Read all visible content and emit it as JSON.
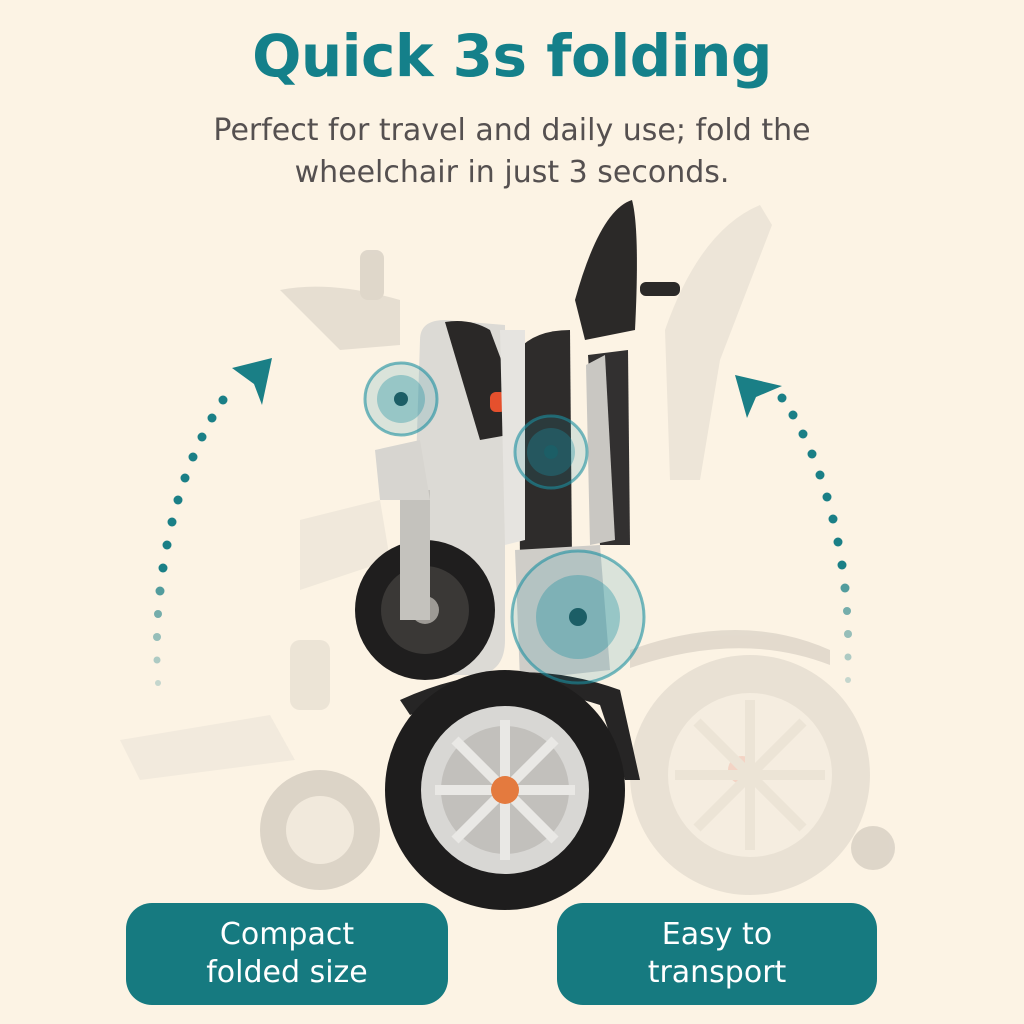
{
  "header": {
    "title": "Quick 3s folding",
    "subtitle_line1": "Perfect for travel and daily use; fold the",
    "subtitle_line2": "wheelchair in just 3 seconds."
  },
  "badges": [
    {
      "line1": "Compact",
      "line2": "folded size"
    },
    {
      "line1": "Easy to",
      "line2": "transport"
    }
  ],
  "colors": {
    "accent": "#14808a",
    "badge_bg": "#167a80",
    "background": "#fcf3e4",
    "hinge_marker": "#1a8fa0"
  },
  "icons": [
    "fold-arrow-icon",
    "hinge-marker-icon",
    "wheelchair-image"
  ]
}
